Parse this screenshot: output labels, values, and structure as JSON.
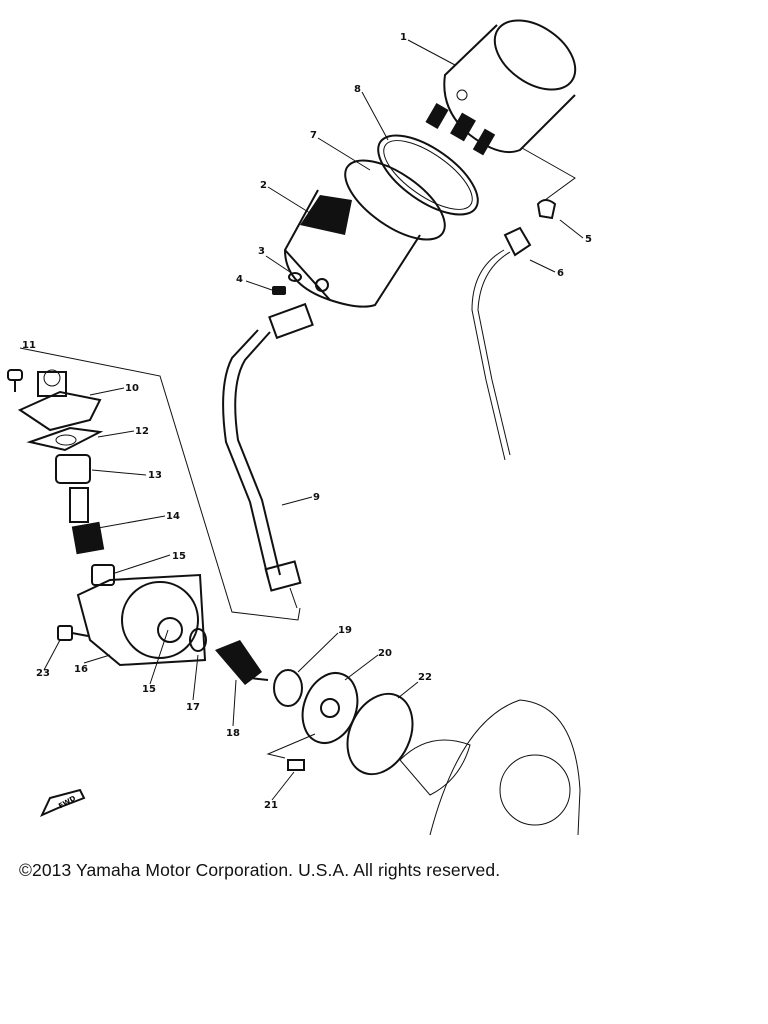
{
  "diagram": {
    "callouts": {
      "n1": "1",
      "n2": "2",
      "n3": "3",
      "n4": "4",
      "n5": "5",
      "n6": "6",
      "n7": "7",
      "n8": "8",
      "n9": "9",
      "n10": "10",
      "n11": "11",
      "n12": "12",
      "n13": "13",
      "n14": "14",
      "n15a": "15",
      "n15b": "15",
      "n16": "16",
      "n17": "17",
      "n18": "18",
      "n19": "19",
      "n20": "20",
      "n21": "21",
      "n22": "22",
      "n23": "23"
    },
    "direction_marker": "FWD"
  },
  "footer": {
    "copyright": "©2013 Yamaha Motor Corporation. U.S.A. All rights reserved."
  }
}
